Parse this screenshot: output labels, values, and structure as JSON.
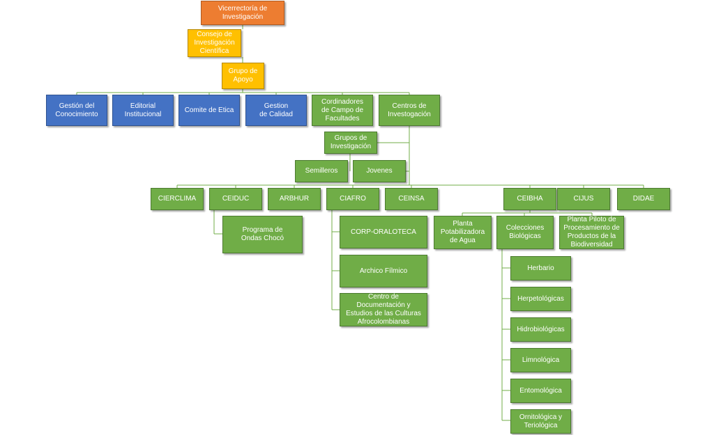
{
  "colors": {
    "vice": "#ed7d31",
    "council": "#ffc000",
    "admin": "#4472c4",
    "research": "#70ad47",
    "connector": "#70ad47"
  },
  "nodes": {
    "vicerrectoria": "Vicerrectoría de\nInvestigación",
    "consejo": "Consejo de\nInvestigación\nCientífica",
    "grupo_apoyo": "Grupo de\nApoyo",
    "gestion_conocimiento": "Gestión del\nConocimiento",
    "editorial": "Editorial\nInstitucional",
    "comite_etica": "Comite de Etica",
    "gestion_calidad": "Gestion\nde Calidad",
    "cordinadores": "Cordinadores\nde Campo de\nFacultades",
    "centros": "Centros de\nInvestogación",
    "grupos_investigacion": "Grupos de\nInvestigación",
    "semilleros": "Semilleros",
    "jovenes": "Jovenes",
    "cierclima": "CIERCLIMA",
    "ceiduc": "CEIDUC",
    "arbhur": "ARBHUR",
    "ciafro": "CIAFRO",
    "ceinsa": "CEINSA",
    "ceibha": "CEIBHA",
    "cijus": "CIJUS",
    "didae": "DIDAE",
    "ondas": "Programa de\nOndas Chocó",
    "corp_oraloteca": "CORP-ORALOTECA",
    "archivo_filmico": "Archico Fílmico",
    "centro_documentacion": "Centro de Documentación y\nEstudios de las Culturas\nAfrocolombianas",
    "planta_potabilizadora": "Planta\nPotabilizadora\nde Agua",
    "colecciones": "Colecciones\nBiológicas",
    "planta_piloto": "Planta Piloto de\nProcesamiento de\nProductos de la\nBiodiversidad",
    "herbario": "Herbario",
    "herpetologicas": "Herpetológicas",
    "hidrobiologicas": "Hidrobiológicas",
    "limnologica": "Limnológica",
    "entomologica": "Entomológica",
    "ornitologica": "Ornitológica y\nTeriológica"
  }
}
